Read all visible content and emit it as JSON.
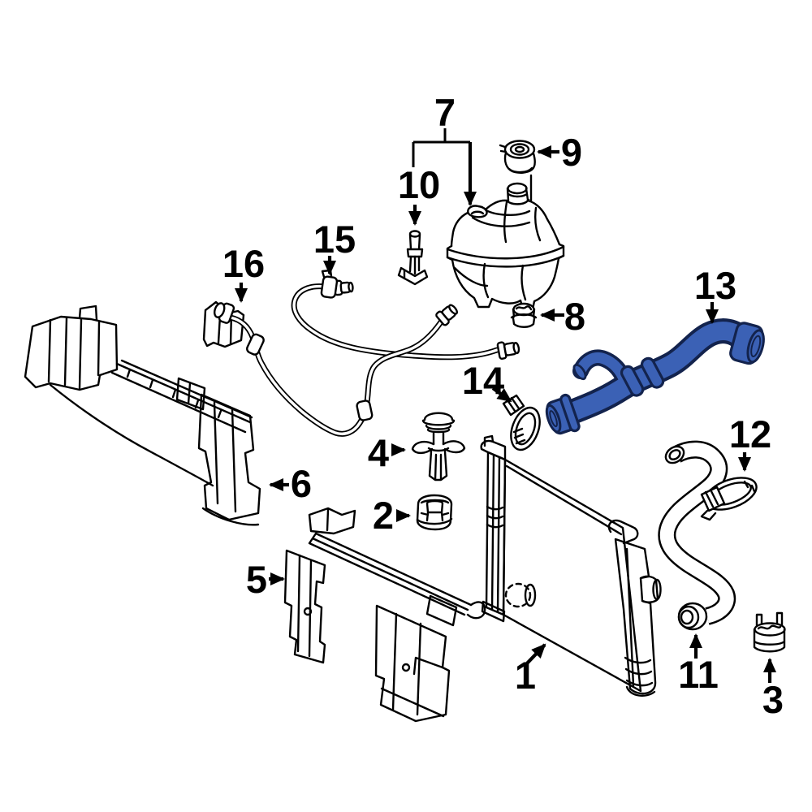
{
  "figure": {
    "background": "#ffffff",
    "line_color": "#000000",
    "highlight_fill": "#3B61B5",
    "highlight_outline": "#13234D",
    "highlighted_callout": "13"
  },
  "callouts": [
    {
      "label": "1"
    },
    {
      "label": "2"
    },
    {
      "label": "3"
    },
    {
      "label": "4"
    },
    {
      "label": "5"
    },
    {
      "label": "6"
    },
    {
      "label": "7"
    },
    {
      "label": "8"
    },
    {
      "label": "9"
    },
    {
      "label": "10"
    },
    {
      "label": "11"
    },
    {
      "label": "12"
    },
    {
      "label": "13"
    },
    {
      "label": "14"
    },
    {
      "label": "15"
    },
    {
      "label": "16"
    }
  ]
}
